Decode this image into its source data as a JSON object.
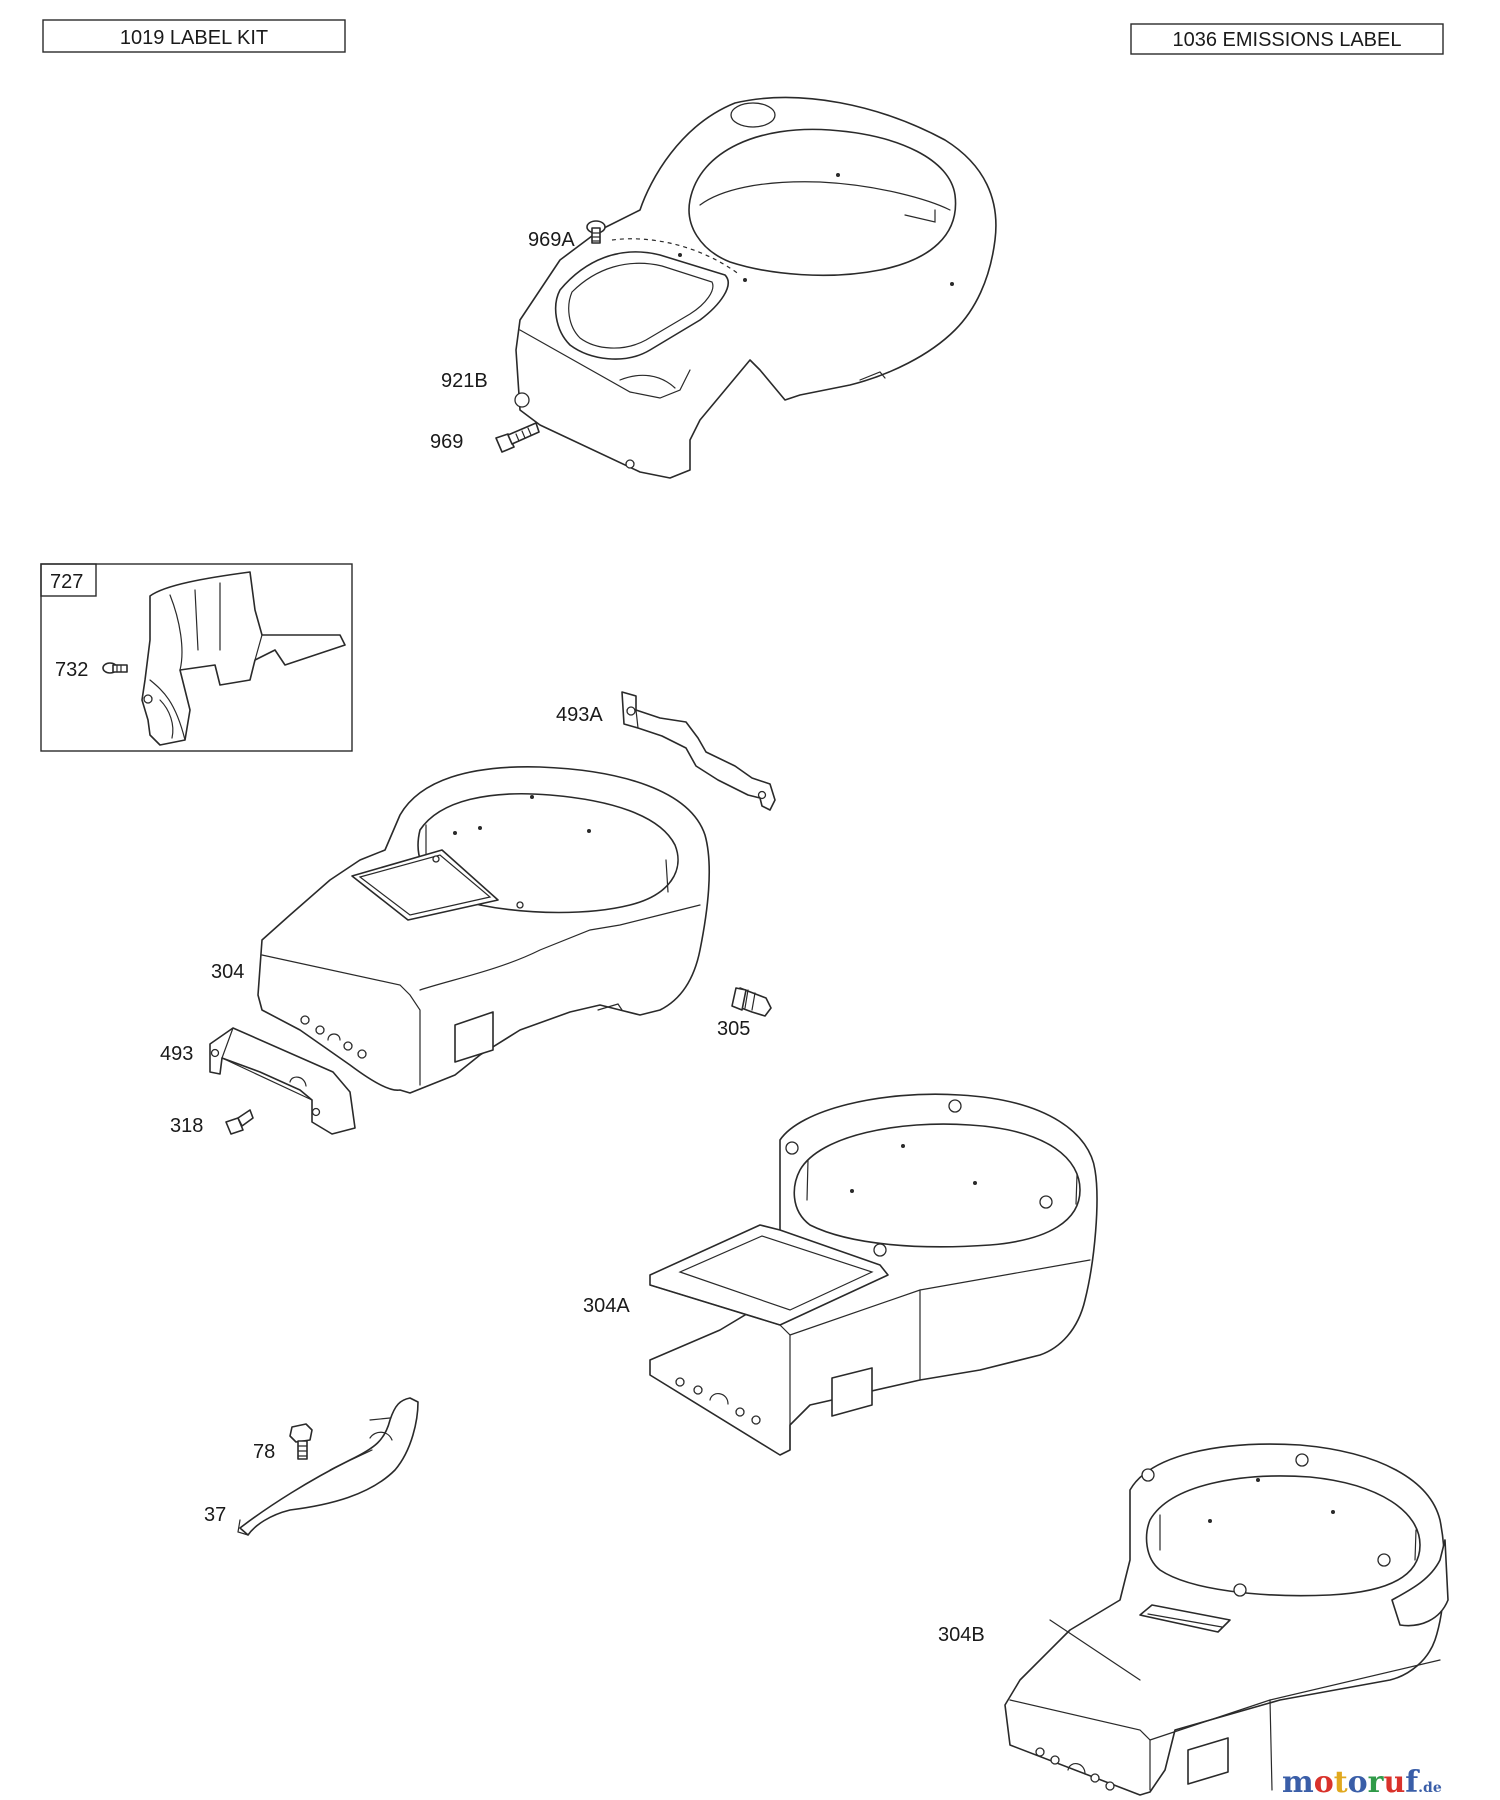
{
  "header": {
    "left_box": "1019 LABEL KIT",
    "right_box": "1036 EMISSIONS LABEL"
  },
  "callouts": {
    "p969A": "969A",
    "p921B": "921B",
    "p969": "969",
    "p727": "727",
    "p732": "732",
    "p493A": "493A",
    "p304": "304",
    "p305": "305",
    "p493": "493",
    "p318": "318",
    "p304A": "304A",
    "p78": "78",
    "p37": "37",
    "p304B": "304B"
  },
  "watermark": {
    "letters": [
      "m",
      "o",
      "t",
      "o",
      "r",
      "u",
      "f"
    ],
    "colors": [
      "#3a5ea8",
      "#d9322b",
      "#e1a81e",
      "#3a5ea8",
      "#2f9a48",
      "#d9322b",
      "#3a5ea8"
    ],
    "suffix": ".de"
  }
}
